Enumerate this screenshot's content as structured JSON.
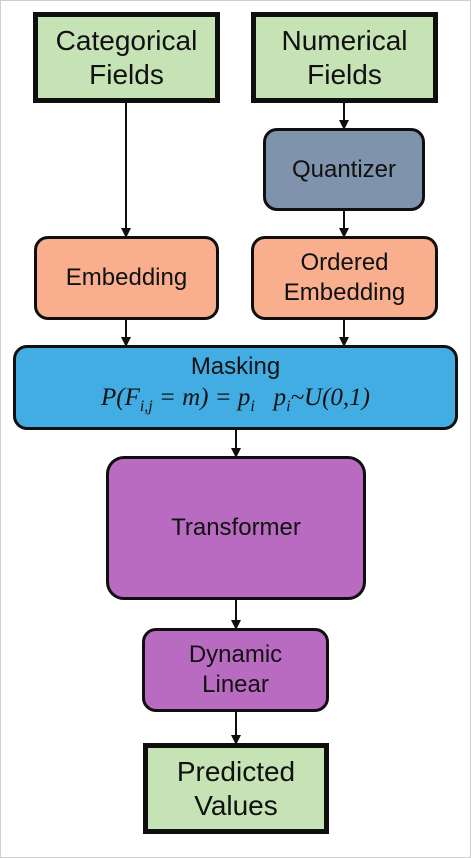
{
  "diagram": {
    "categorical_fields": [
      "Categorical",
      "Fields"
    ],
    "numerical_fields": [
      "Numerical",
      "Fields"
    ],
    "quantizer": "Quantizer",
    "embedding": "Embedding",
    "ordered_embedding": [
      "Ordered",
      "Embedding"
    ],
    "masking": {
      "title": "Masking",
      "formula": "P(F_{i,j} = m) = p_i   p_i ~ U(0,1)"
    },
    "transformer": "Transformer",
    "dynamic_linear": [
      "Dynamic",
      "Linear"
    ],
    "predicted_values": [
      "Predicted",
      "Values"
    ]
  },
  "colors": {
    "io_fill": "#c6e3b5",
    "embedding_fill": "#f9af8d",
    "quantizer_fill": "#7f93ad",
    "masking_fill": "#42ade3",
    "model_fill": "#b96bc2",
    "border": "#0f0f0f"
  }
}
